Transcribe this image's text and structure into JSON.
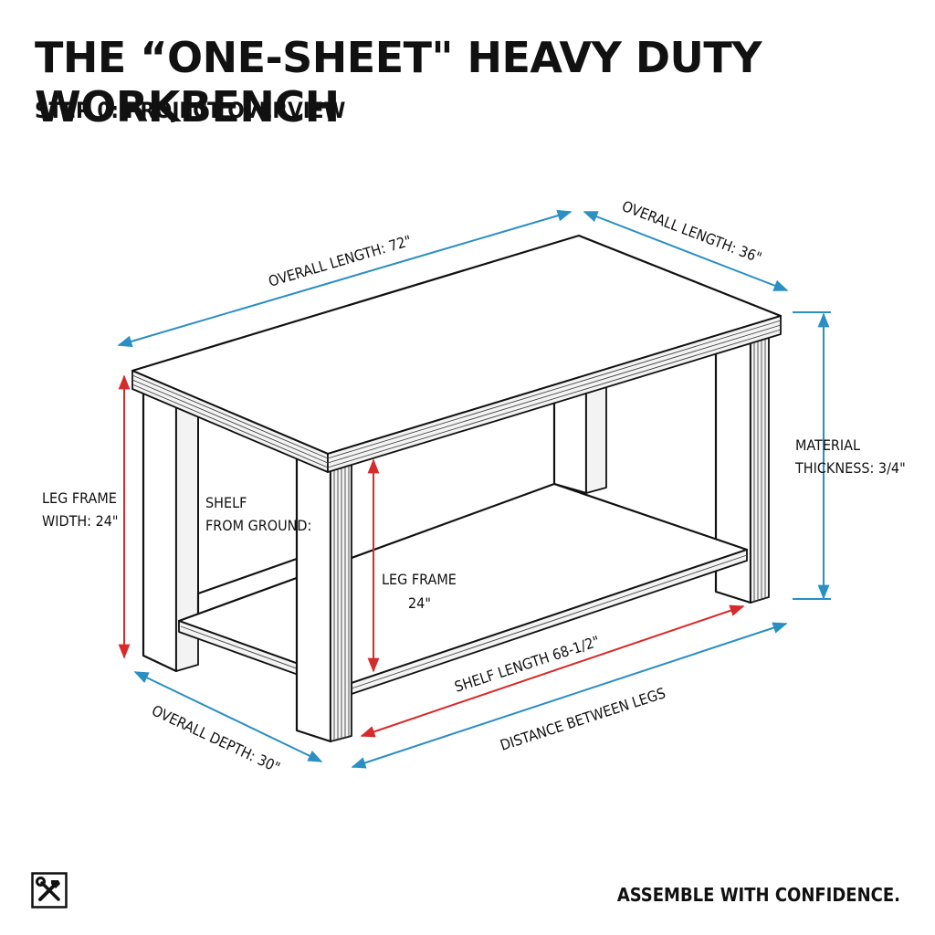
{
  "header": {
    "title": "THE “ONE-SHEET\" HEAVY DUTY WORKBENCH",
    "subtitle": "STEP 0: PROJECT OVERVIEW"
  },
  "footer": {
    "tagline": "ASSEMBLE WITH CONFIDENCE."
  },
  "logo": {
    "icon": "hammer-wrench-icon"
  },
  "colors": {
    "dimension_blue": "#2a8fc2",
    "dimension_red": "#d62b2b",
    "outline": "#111111"
  },
  "dimensions": {
    "overall_length_72": "OVERALL LENGTH: 72\"",
    "overall_length_36": "OVERALL LENGTH: 36\"",
    "material_thickness_1": "MATERIAL",
    "material_thickness_2": "THICKNESS: 3/4\"",
    "leg_frame_width_1": "LEG FRAME",
    "leg_frame_width_2": "WIDTH: 24\"",
    "shelf_from_ground_1": "SHELF",
    "shelf_from_ground_2": "FROM GROUND:",
    "leg_frame_height_1": "LEG FRAME",
    "leg_frame_height_2": "24\"",
    "shelf_length": "SHELF LENGTH 68-1/2\"",
    "distance_between_legs": "DISTANCE BETWEEN LEGS",
    "overall_depth": "OVERALL DEPTH: 30\""
  }
}
